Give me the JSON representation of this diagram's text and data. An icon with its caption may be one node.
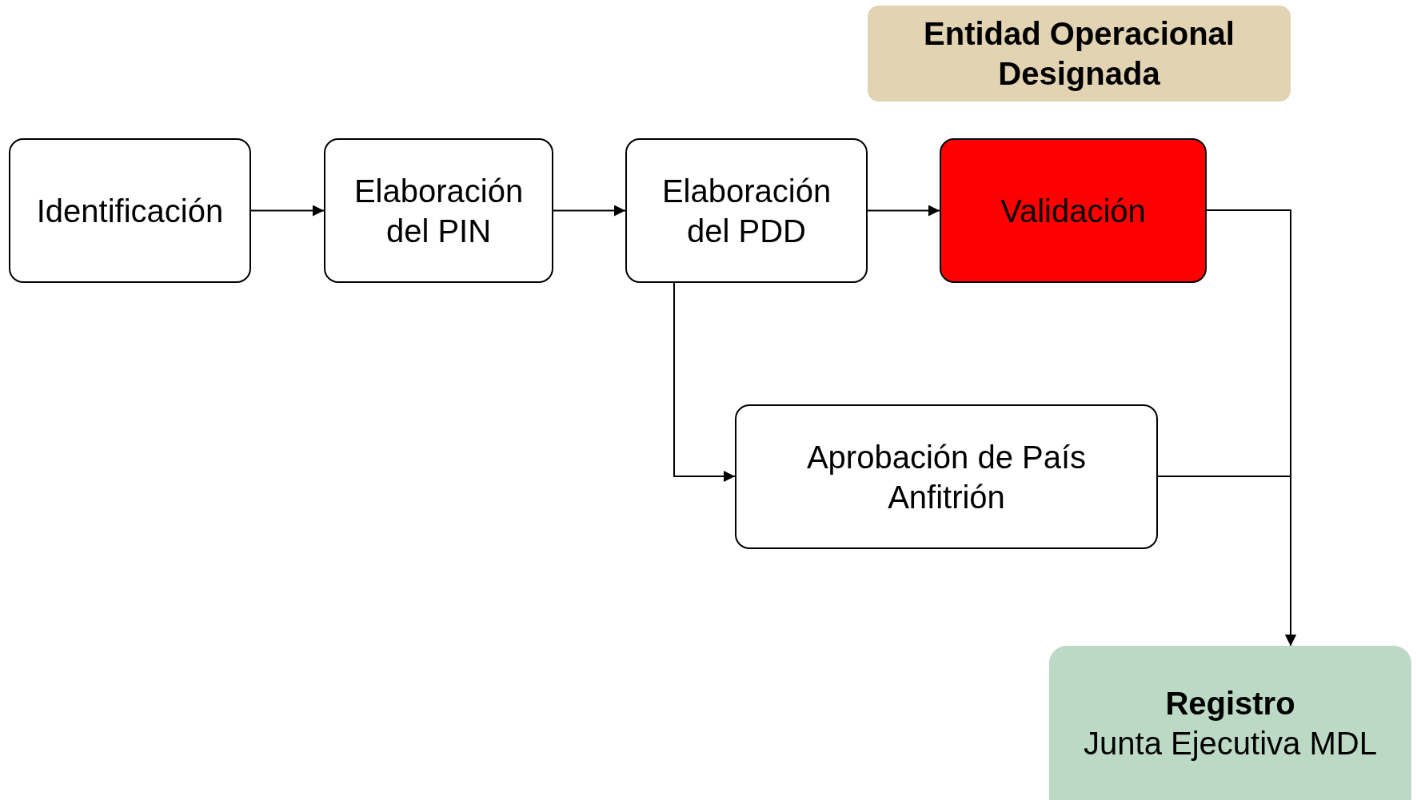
{
  "diagram": {
    "nodes": [
      {
        "text": [
          "Entidad Operacional Designada"
        ]
      },
      {
        "text": [
          "Identificación"
        ]
      },
      {
        "text": [
          "Elaboración del PIN"
        ]
      },
      {
        "text": [
          "Elaboración del PDD"
        ]
      },
      {
        "text": [
          "Validación"
        ]
      },
      {
        "text": [
          "Aprobación de País Anfitrión"
        ]
      },
      {
        "text": [
          "Registro",
          "Junta Ejecutiva MDL"
        ]
      }
    ],
    "edges": [
      {
        "from": 1,
        "to": 2,
        "arrow": "to"
      },
      {
        "from": 2,
        "to": 3,
        "arrow": "to"
      },
      {
        "from": 3,
        "to": 4,
        "arrow": "to"
      },
      {
        "from": 3,
        "to": 5,
        "arrow": "to"
      },
      {
        "from": 4,
        "to": 6,
        "arrow": "to"
      },
      {
        "from": 5,
        "to": 6,
        "arrow": "to"
      }
    ]
  }
}
